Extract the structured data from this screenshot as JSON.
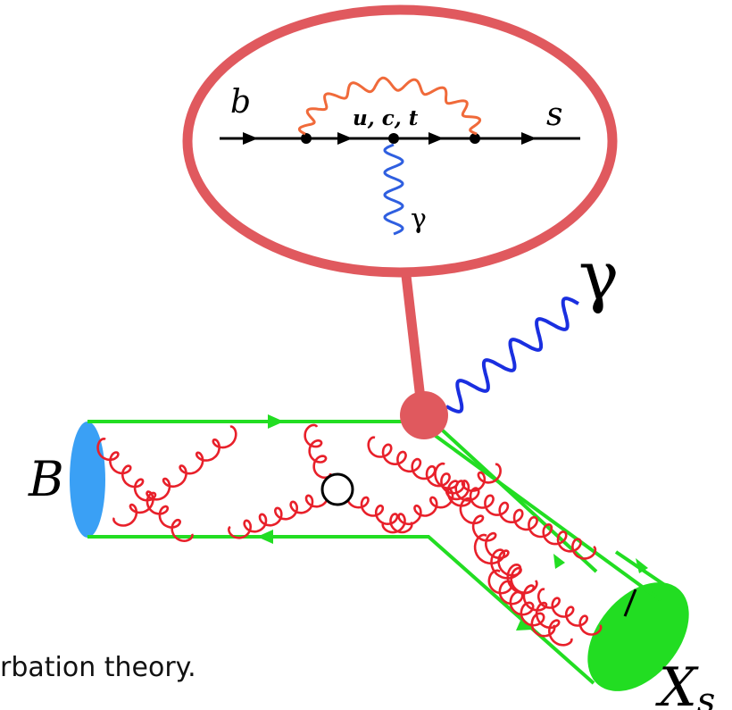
{
  "inset": {
    "quark_in": "b",
    "quark_out": "s",
    "loop_quarks": "u, c, t",
    "photon": "γ"
  },
  "main": {
    "meson_label": "B",
    "final_state_label": "X",
    "final_state_subscript": "s",
    "emitted_photon": "γ"
  },
  "caption": "rbation theory.",
  "colors": {
    "blob": "#e0595e",
    "quark_line": "#22dd22",
    "gluon": "#e8202a",
    "photon": "#1a2fe0",
    "inset_photon": "#2f5fe0",
    "inset_loop": "#f06a3a",
    "meson_B": "#3aa0f5",
    "meson_Xs": "#22dd22"
  }
}
